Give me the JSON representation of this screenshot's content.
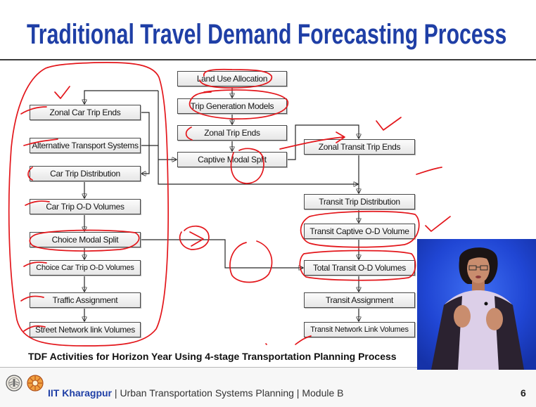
{
  "slide": {
    "title": "Traditional Travel Demand Forecasting Process",
    "caption": "TDF Activities for Horizon Year Using 4-stage Transportation Planning Process",
    "page_number": "6"
  },
  "flowchart": {
    "core_steps": [
      "Land Use Allocation",
      "Trip Generation Models",
      "Zonal Trip Ends",
      "Captive Modal Split"
    ],
    "car_steps": [
      "Zonal Car Trip Ends",
      "Alternative Transport Systems",
      "Car Trip Distribution",
      "Car Trip O-D Volumes",
      "Choice Modal Split",
      "Choice Car Trip O-D Volumes",
      "Traffic Assignment",
      "Street Network link Volumes"
    ],
    "transit_steps": [
      "Zonal Transit Trip Ends",
      "Transit Trip Distribution",
      "Transit Captive O-D Volume",
      "Total Transit O-D Volumes",
      "Transit Assignment",
      "Transit Network Link Volumes"
    ]
  },
  "footer": {
    "institute": "IIT Kharagpur",
    "separator": "|",
    "course": "Urban Transportation Systems Planning",
    "module": "Module B"
  },
  "icons": {
    "footer_logo_1": "iit-kharagpur-logo-icon",
    "footer_logo_2": "nptel-logo-icon"
  },
  "colors": {
    "title": "#1F3FA6",
    "footer_institute": "#1F3FA6",
    "annotation_ink": "#E3161B",
    "box_border": "#4A4A4A",
    "video_background": "#2248D8"
  }
}
